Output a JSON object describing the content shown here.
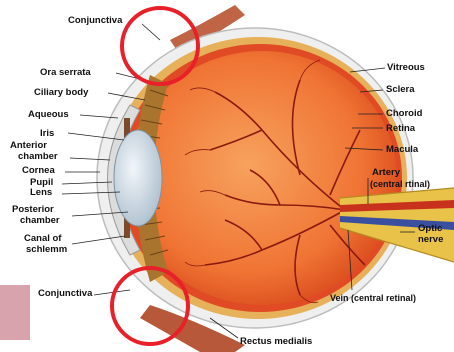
{
  "diagram": {
    "labels": {
      "conjunctiva_top": "Conjunctiva",
      "ora_serrata": "Ora serrata",
      "ciliary_body": "Ciliary body",
      "aqueous": "Aqueous",
      "iris": "Iris",
      "anterior_chamber_1": "Anterior",
      "anterior_chamber_2": "chamber",
      "cornea": "Cornea",
      "pupil": "Pupil",
      "lens": "Lens",
      "posterior_chamber_1": "Posterior",
      "posterior_chamber_2": "chamber",
      "canal_1": "Canal of",
      "canal_2": "schlemm",
      "conjunctiva_bottom": "Conjunctiva",
      "vitreous": "Vitreous",
      "sclera": "Sclera",
      "choroid": "Choroid",
      "retina": "Retina",
      "macula": "Macula",
      "artery_1": "Artery",
      "artery_2": "(central rtinal)",
      "optic_1": "Optic",
      "optic_2": "nerve",
      "vein": "Vein (central retinal)",
      "rectus_medialis": "Rectus medialis"
    },
    "colors": {
      "highlight_circle": "#e8202a",
      "sclera": "#eeeeee",
      "choroid": "#e6b15a",
      "retina": "#e04a24",
      "vitreous": "#f27a3a",
      "vessels": "#8a1a10",
      "muscle": "#b8583a",
      "lens": "#c9d9e6"
    }
  }
}
